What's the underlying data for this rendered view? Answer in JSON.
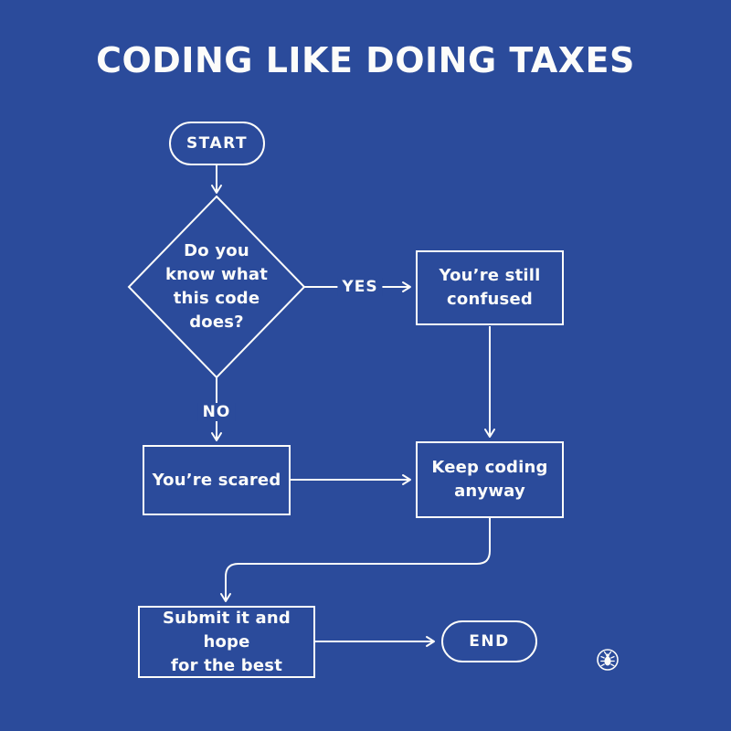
{
  "title": "CODING LIKE DOING TAXES",
  "colors": {
    "background": "#2B4B9B",
    "line_and_text": "#FCFCFA"
  },
  "flowchart": {
    "nodes": {
      "start": {
        "label": "START"
      },
      "decision": {
        "label": "Do you know what this code does?",
        "lines": [
          "Do you",
          "know what",
          "this code",
          "does?"
        ]
      },
      "still_confused": {
        "label": "You’re still confused",
        "lines": [
          "You’re still",
          "confused"
        ]
      },
      "scared": {
        "label": "You’re scared"
      },
      "keep_coding": {
        "label": "Keep coding anyway",
        "lines": [
          "Keep coding",
          "anyway"
        ]
      },
      "submit": {
        "label": "Submit it and hope for the best",
        "lines": [
          "Submit it and hope",
          "for the best"
        ]
      },
      "end": {
        "label": "END"
      }
    },
    "edge_labels": {
      "yes": "YES",
      "no": "NO"
    }
  },
  "watermark": {
    "icon": "bug-icon"
  }
}
